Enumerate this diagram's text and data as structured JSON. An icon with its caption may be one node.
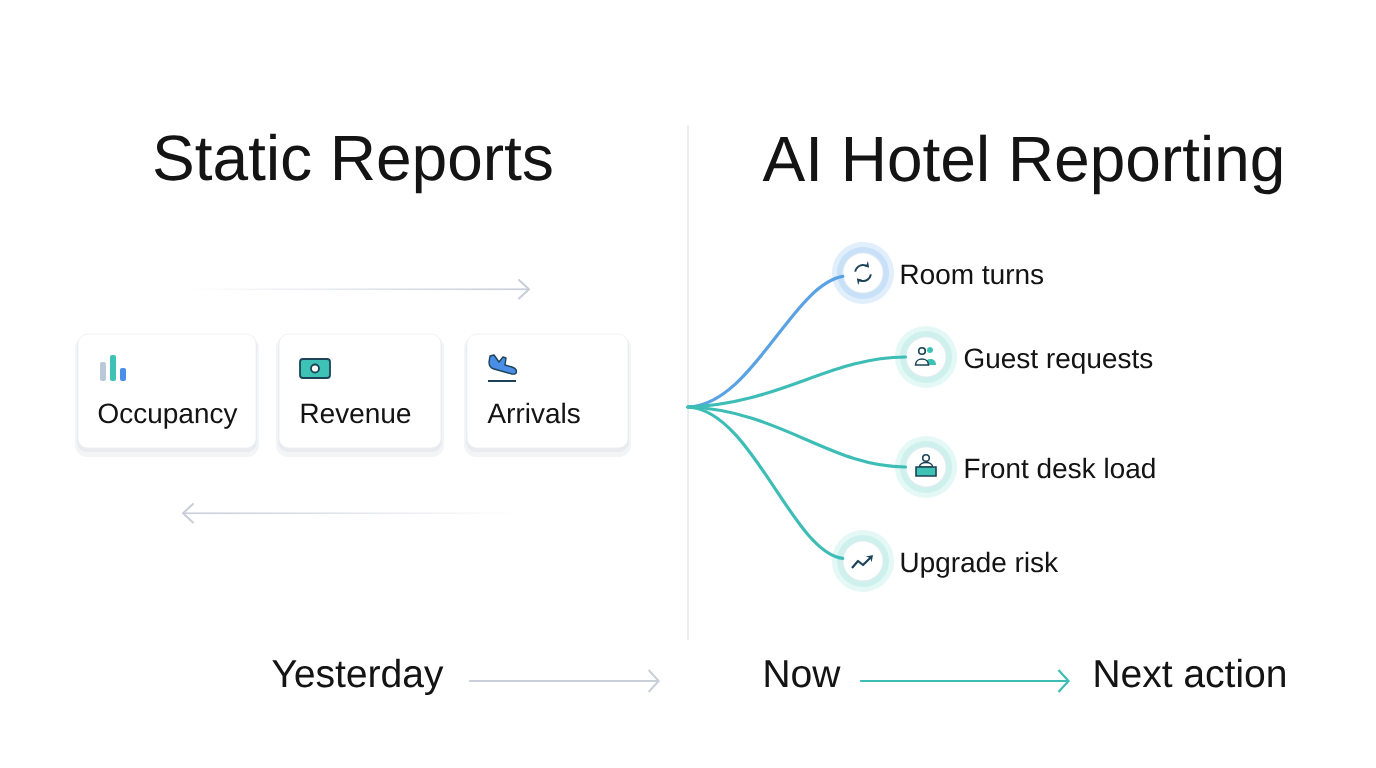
{
  "diagram": {
    "nodes": [
      {
        "text": [
          "Occupancy"
        ]
      },
      {
        "text": [
          "Revenue"
        ]
      },
      {
        "text": [
          "Arrivals"
        ]
      },
      {
        "text": [],
        "shape": "circle",
        "beside": [
          "Room turns"
        ]
      },
      {
        "text": [],
        "shape": "circle",
        "beside": [
          "Guest requests"
        ]
      },
      {
        "text": [],
        "shape": "circle",
        "beside": [
          "Front desk load"
        ]
      },
      {
        "text": [],
        "shape": "circle",
        "beside": [
          "Upgrade risk"
        ]
      },
      {
        "text": [
          "Yesterday"
        ]
      },
      {
        "text": [
          "Now"
        ]
      },
      {
        "text": [
          "Next action"
        ]
      }
    ],
    "edges": [
      {
        "from": null,
        "to": 3,
        "arrow": "none",
        "color": "#5aa2e3"
      },
      {
        "from": null,
        "to": 4,
        "arrow": "none"
      },
      {
        "from": null,
        "to": 5,
        "arrow": "none"
      },
      {
        "from": null,
        "to": 6,
        "arrow": "none"
      },
      {
        "from": 7,
        "to": null,
        "arrow": "to",
        "color": "#c9cfd9"
      },
      {
        "from": 8,
        "to": 9,
        "arrow": "to"
      }
    ],
    "labels": [
      "Static Reports",
      "AI Hotel Reporting"
    ]
  }
}
